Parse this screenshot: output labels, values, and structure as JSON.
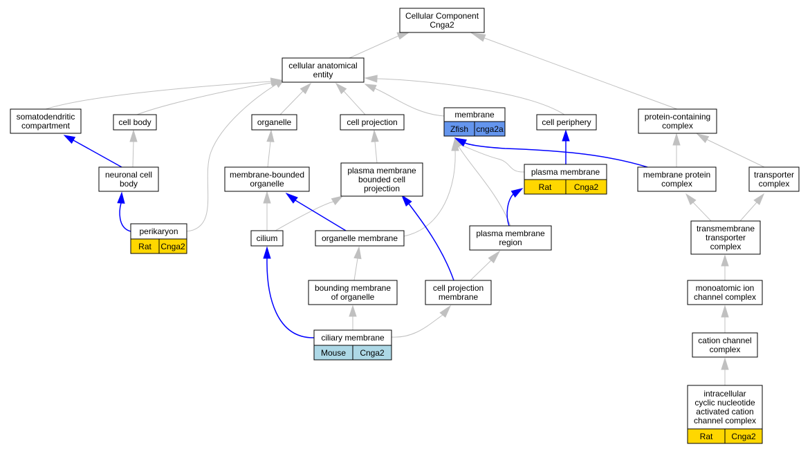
{
  "diagram": {
    "colors": {
      "node_fill": "#ffffff",
      "gray_edge": "#c0c0c0",
      "blue_edge": "#0000ff",
      "rat": "#ffd700",
      "mouse": "#add8e6",
      "zfish": "#6495ed"
    },
    "nodes": {
      "root": [
        "Cellular Component",
        "Cnga2"
      ],
      "cae": [
        "cellular anatomical",
        "entity"
      ],
      "soma": [
        "somatodendritic",
        "compartment"
      ],
      "cellbody": [
        "cell body"
      ],
      "organelle": [
        "organelle"
      ],
      "cellproj": [
        "cell projection"
      ],
      "membrane": [
        "membrane"
      ],
      "cellperiph": [
        "cell periphery"
      ],
      "pcc": [
        "protein-containing",
        "complex"
      ],
      "neuronal": [
        "neuronal cell",
        "body"
      ],
      "mbo": [
        "membrane-bounded",
        "organelle"
      ],
      "pmbcp": [
        "plasma membrane",
        "bounded cell",
        "projection"
      ],
      "pm": [
        "plasma membrane"
      ],
      "mpc": [
        "membrane protein",
        "complex"
      ],
      "transporter": [
        "transporter",
        "complex"
      ],
      "perikaryon": [
        "perikaryon"
      ],
      "cilium": [
        "cilium"
      ],
      "orgmem": [
        "organelle membrane"
      ],
      "pmr": [
        "plasma membrane",
        "region"
      ],
      "tmtc": [
        "transmembrane",
        "transporter",
        "complex"
      ],
      "bmo": [
        "bounding membrane",
        "of organelle"
      ],
      "cpm": [
        "cell projection",
        "membrane"
      ],
      "mic": [
        "monoatomic ion",
        "channel complex"
      ],
      "ccc": [
        "cation channel",
        "complex"
      ],
      "ciliary": [
        "ciliary membrane"
      ],
      "icnac": [
        "intracellular",
        "cyclic nucleotide",
        "activated cation",
        "channel complex"
      ]
    },
    "annotations": {
      "membrane": {
        "species": "Zfish",
        "gene": "cnga2a",
        "color": "#6495ed"
      },
      "pm": {
        "species": "Rat",
        "gene": "Cnga2",
        "color": "#ffd700"
      },
      "perikaryon": {
        "species": "Rat",
        "gene": "Cnga2",
        "color": "#ffd700"
      },
      "ciliary": {
        "species": "Mouse",
        "gene": "Cnga2",
        "color": "#add8e6"
      },
      "icnac": {
        "species": "Rat",
        "gene": "Cnga2",
        "color": "#ffd700"
      }
    }
  }
}
